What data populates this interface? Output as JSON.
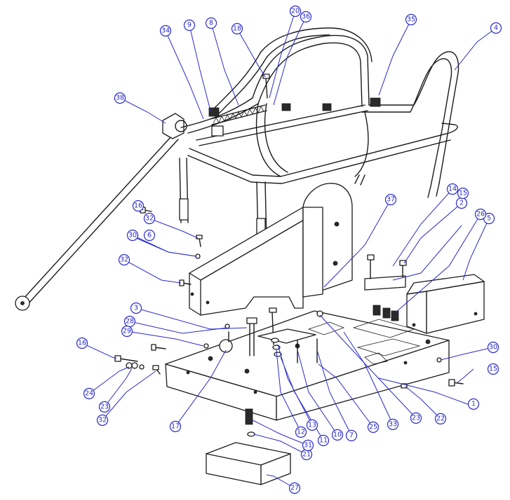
{
  "callouts": [
    {
      "label": "1"
    },
    {
      "label": "2"
    },
    {
      "label": "3"
    },
    {
      "label": "4"
    },
    {
      "label": "5"
    },
    {
      "label": "6"
    },
    {
      "label": "7"
    },
    {
      "label": "8"
    },
    {
      "label": "9"
    },
    {
      "label": "10"
    },
    {
      "label": "11"
    },
    {
      "label": "12"
    },
    {
      "label": "13"
    },
    {
      "label": "14"
    },
    {
      "label": "15"
    },
    {
      "label": "15"
    },
    {
      "label": "16"
    },
    {
      "label": "16"
    },
    {
      "label": "17"
    },
    {
      "label": "18"
    },
    {
      "label": "20"
    },
    {
      "label": "21"
    },
    {
      "label": "22"
    },
    {
      "label": "23"
    },
    {
      "label": "23"
    },
    {
      "label": "24"
    },
    {
      "label": "25"
    },
    {
      "label": "26"
    },
    {
      "label": "27"
    },
    {
      "label": "28"
    },
    {
      "label": "29"
    },
    {
      "label": "30"
    },
    {
      "label": "30"
    },
    {
      "label": "31"
    },
    {
      "label": "32"
    },
    {
      "label": "32"
    },
    {
      "label": "32"
    },
    {
      "label": "33"
    },
    {
      "label": "34"
    },
    {
      "label": "35"
    },
    {
      "label": "36"
    },
    {
      "label": "37"
    },
    {
      "label": "38"
    }
  ],
  "colors": {
    "callout": "#2a2acc",
    "line_art": "#1a1a1a",
    "background": "#ffffff"
  }
}
